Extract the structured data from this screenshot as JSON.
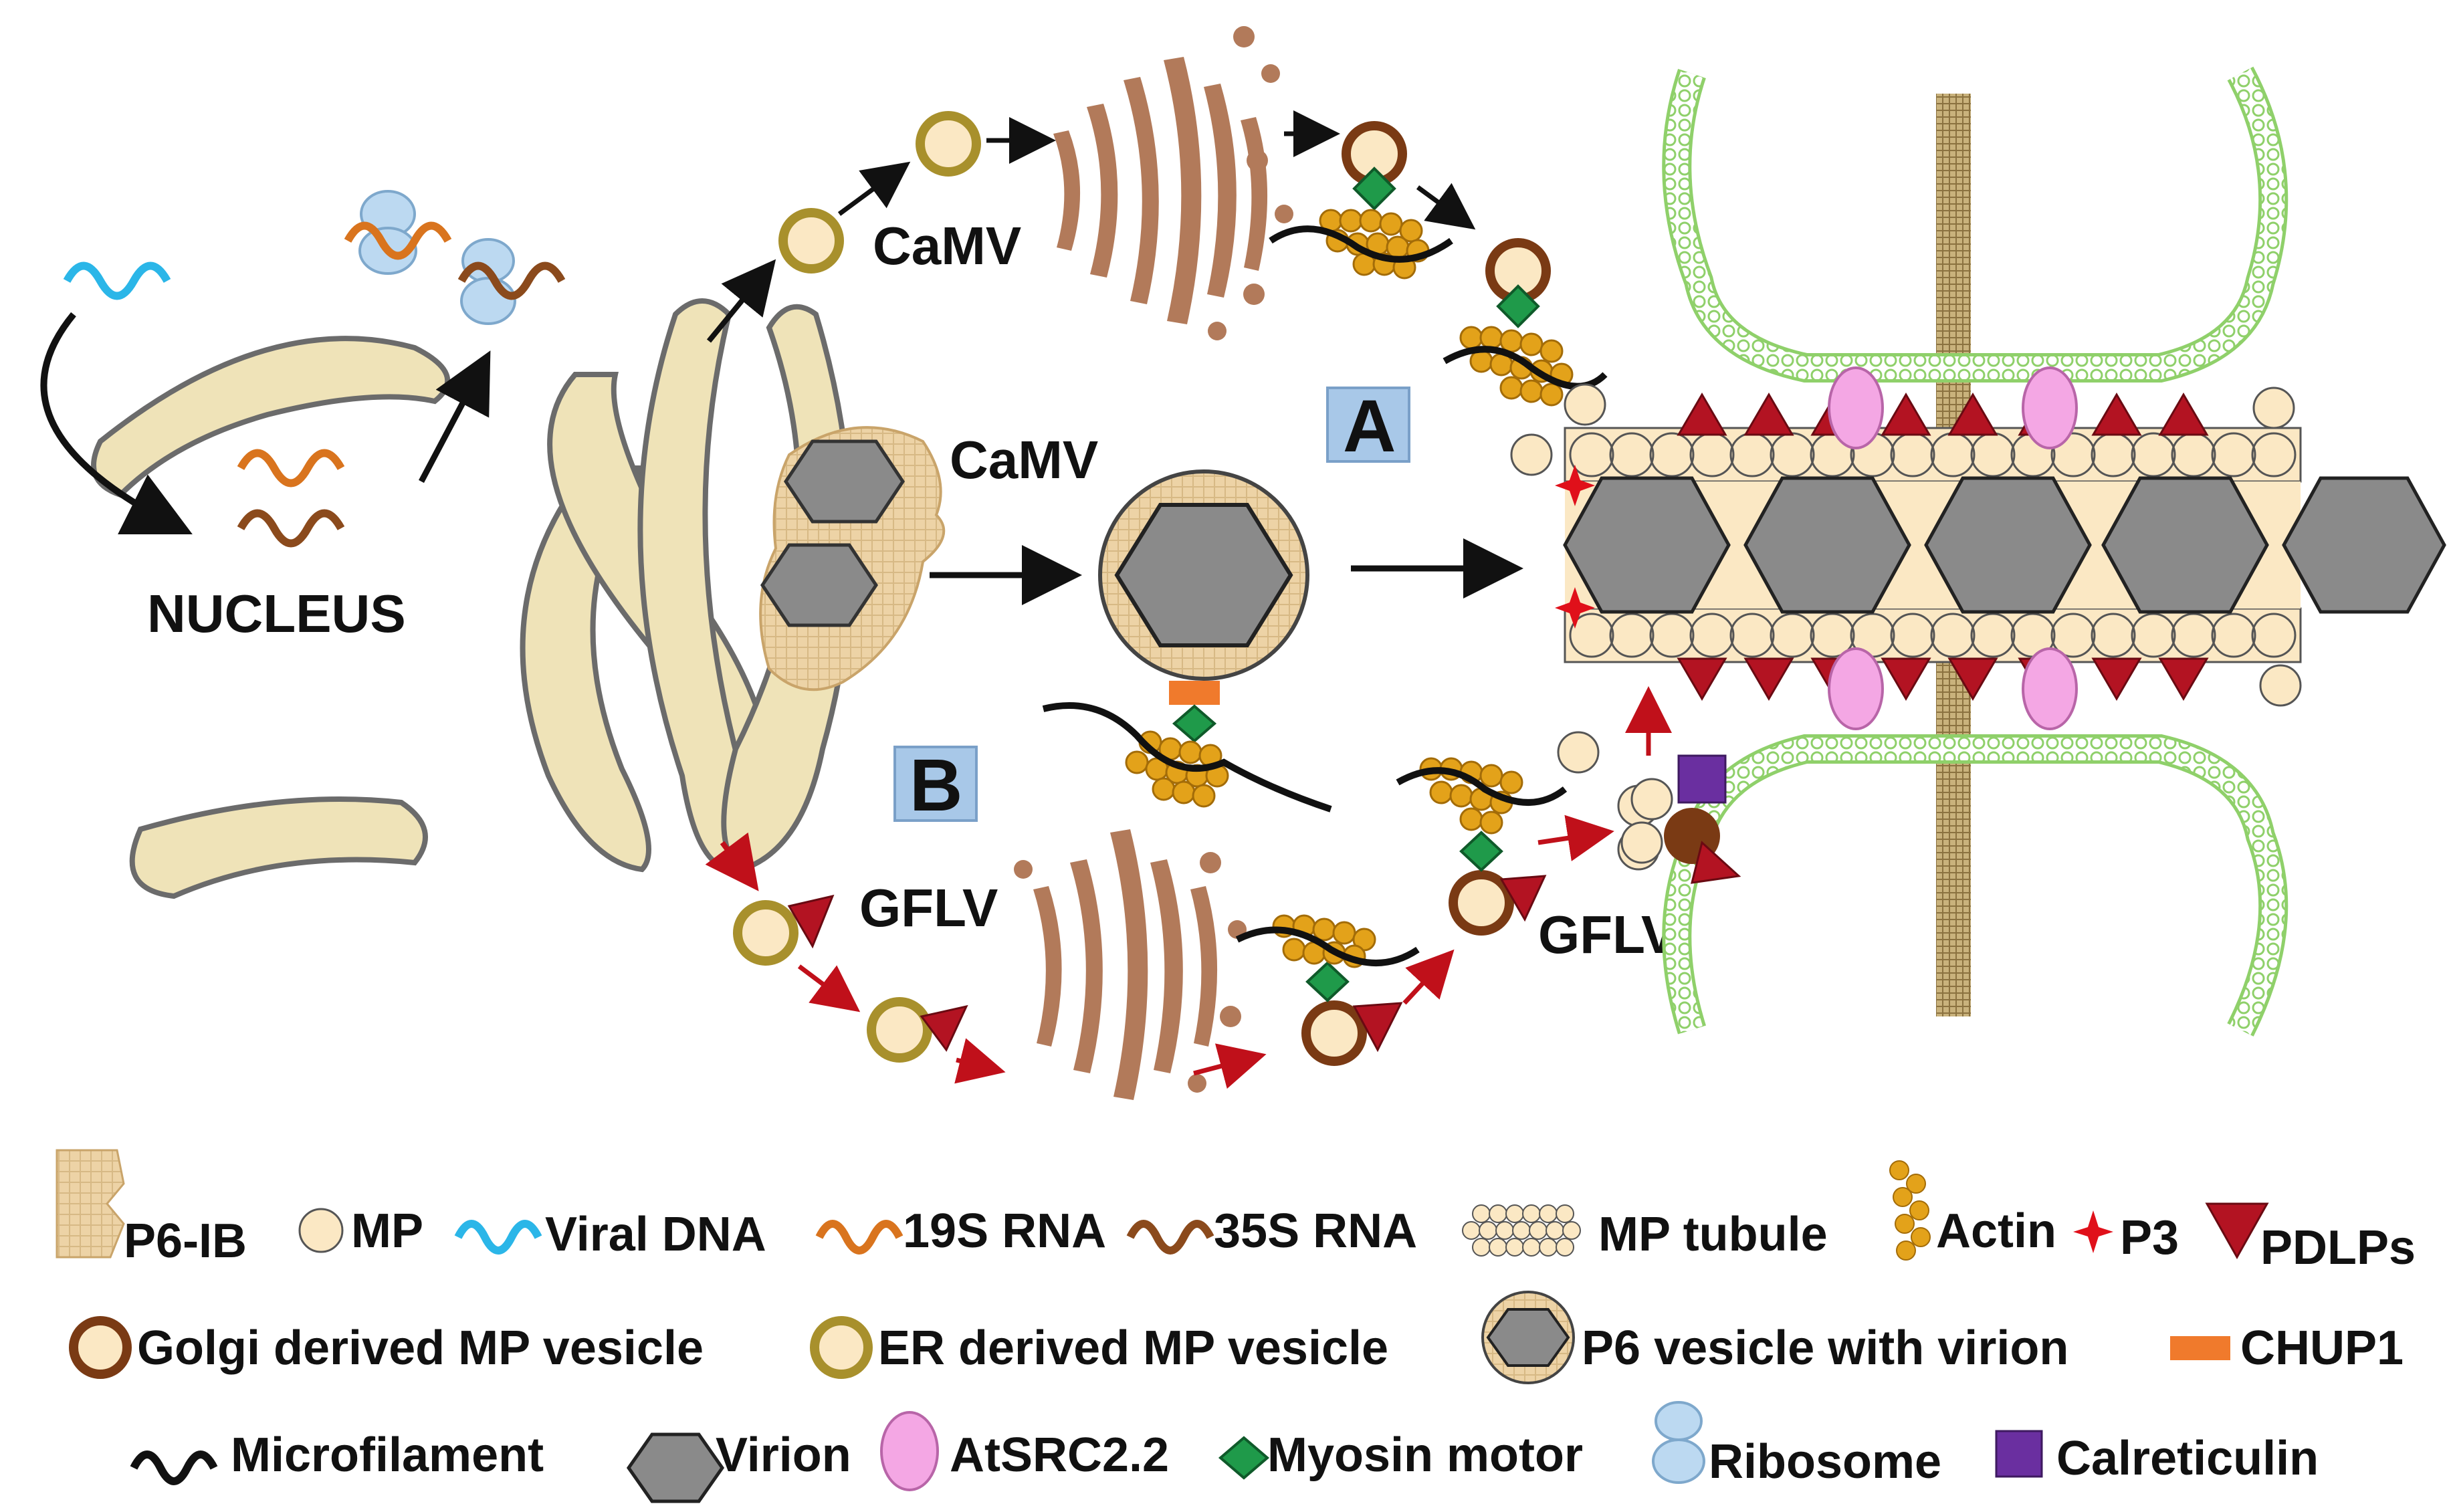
{
  "labels": {
    "nucleus": "NUCLEUS",
    "camv_top": "CaMV",
    "camv_mid": "CaMV",
    "gflv_left": "GFLV",
    "gflv_right": "GFLV",
    "box_a": "A",
    "box_b": "B"
  },
  "legend": {
    "row1": [
      "P6-IB",
      "MP",
      "Viral DNA",
      "19S RNA",
      "35S RNA",
      "MP tubule",
      "Actin",
      "P3",
      "PDLPs"
    ],
    "row2": [
      "Golgi derived MP vesicle",
      "ER derived MP vesicle",
      "P6 vesicle with virion",
      "CHUP1"
    ],
    "row3": [
      "Microfilament",
      "Virion",
      "AtSRC2.2",
      "Myosin motor",
      "Ribosome",
      "Calreticulin"
    ]
  },
  "colors": {
    "er": "#efe3b8",
    "er_edge": "#6b6b6b",
    "golgi": "#b27a5a",
    "mp": "#fbe8c4",
    "virion": "#8a8a8a",
    "viral_dna": "#2bb6e8",
    "rna_19s": "#d9741e",
    "rna_35s": "#8b4a1c",
    "actin": "#e3a21a",
    "pdlp": "#b31322",
    "myosin": "#1f9a4a",
    "atsrc": "#f4a7e4",
    "calreticulin": "#6a2fa0",
    "chup1": "#f07a2c",
    "membrane": "#8fd06a",
    "label_box": "#a8c8e8"
  }
}
